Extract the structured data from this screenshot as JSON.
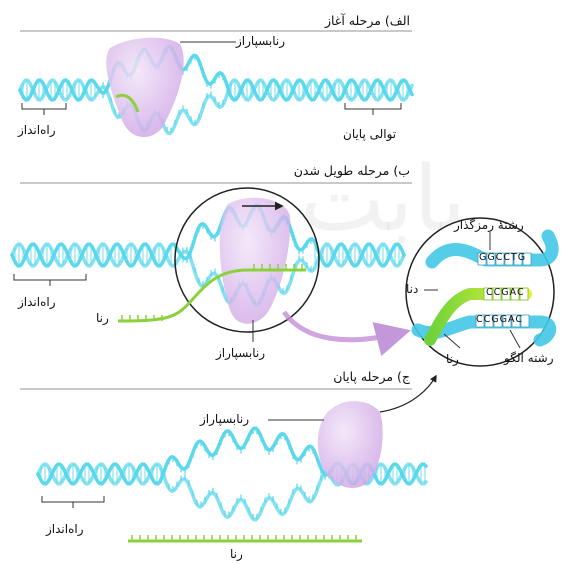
{
  "stages": {
    "a": {
      "title": "الف) مرحله آغاز",
      "polymerase": "رنابسپاراز",
      "promoter": "راه‌انداز",
      "terminator": "توالی پایان"
    },
    "b": {
      "title": "ب) مرحله طویل شدن",
      "promoter": "راه‌انداز",
      "rna": "رنا",
      "polymerase": "رنابسپاراز"
    },
    "c": {
      "title": "ج) مرحله پایان",
      "polymerase": "رنابسپاراز",
      "promoter": "راه‌انداز",
      "rna": "رنا"
    }
  },
  "inset": {
    "coding_strand": "رشتهٔ رمزگذار",
    "dna": "دنا",
    "rna": "رنا",
    "template_strand": "رشته الگو",
    "coding_bases": "GGCCTG",
    "rna_bases": "CCGAC",
    "template_bases": "CCGGAC"
  },
  "colors": {
    "dna": "#5ad8ec",
    "rna": "#8cd13c",
    "polymerase": "#d8b6ec",
    "arrow": "#c48ed8",
    "divider": "#c9c9c9"
  }
}
